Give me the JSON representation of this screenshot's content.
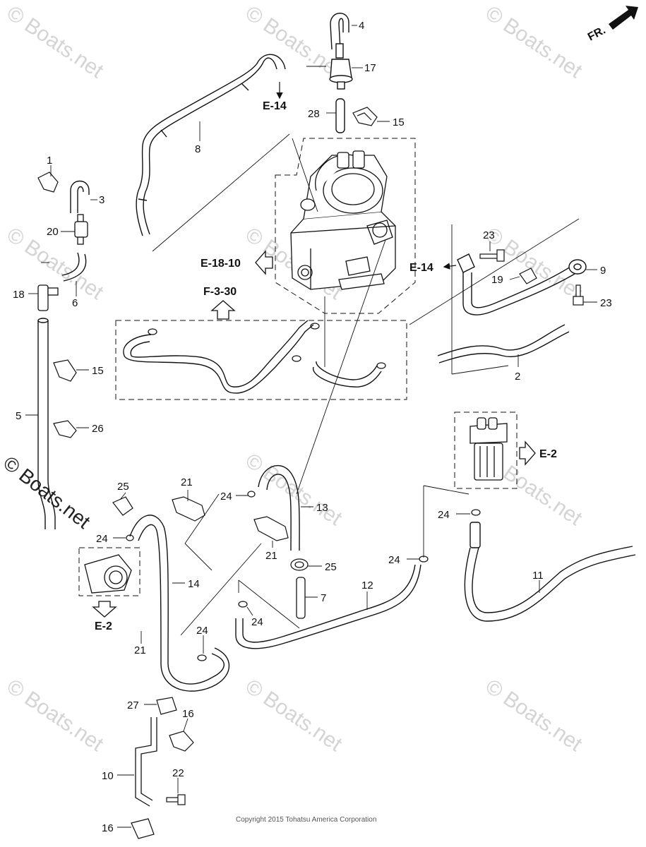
{
  "watermark": "© Boats.net",
  "copyright": "Copyright 2015 Tohatsu America Corporation",
  "direction_label": "FR.",
  "refs": {
    "e14_top": "E-14",
    "e14_right": "E-14",
    "e18_10": "E-18-10",
    "f3_30": "F-3-30",
    "e2_right": "E-2",
    "e2_left": "E-2"
  },
  "callouts": {
    "n1": "1",
    "n2": "2",
    "n3": "3",
    "n4": "4",
    "n5": "5",
    "n6": "6",
    "n7": "7",
    "n8": "8",
    "n9": "9",
    "n10": "10",
    "n11": "11",
    "n12": "12",
    "n13": "13",
    "n14": "14",
    "n15a": "15",
    "n15b": "15",
    "n16a": "16",
    "n16b": "16",
    "n17": "17",
    "n18": "18",
    "n19": "19",
    "n20": "20",
    "n21a": "21",
    "n21b": "21",
    "n21c": "21",
    "n22": "22",
    "n23a": "23",
    "n23b": "23",
    "n24a": "24",
    "n24b": "24",
    "n24c": "24",
    "n24d": "24",
    "n24e": "24",
    "n24f": "24",
    "n25a": "25",
    "n25b": "25",
    "n26": "26",
    "n27": "27",
    "n28": "28"
  }
}
